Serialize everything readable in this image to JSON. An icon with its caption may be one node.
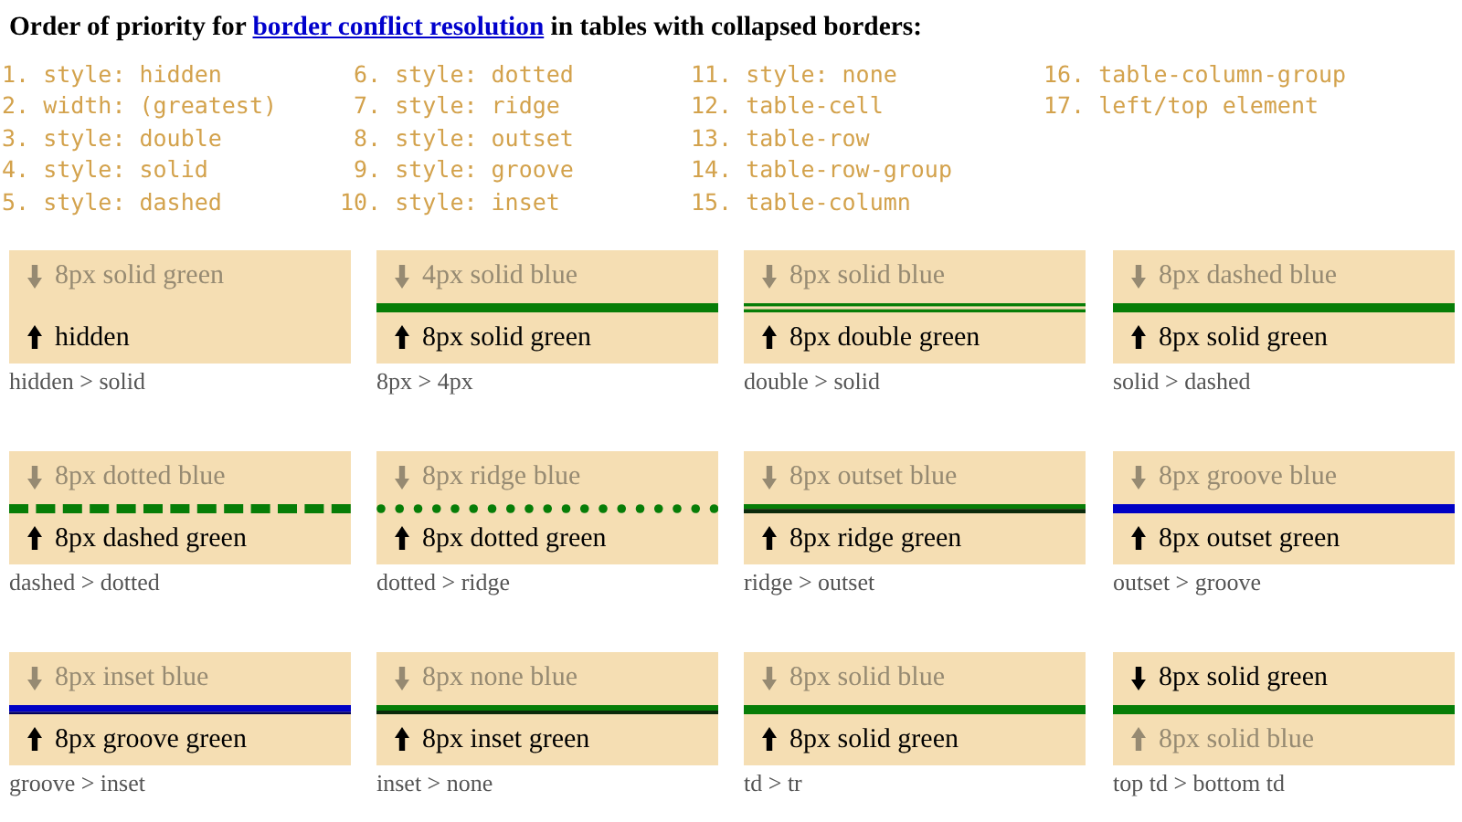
{
  "diagram": {
    "title": "Order of priority for border conflict resolution in tables with collapsed borders:",
    "nodes": [
      {
        "text": [
          "8px solid green",
          "hidden"
        ],
        "beside": [
          "hidden > solid"
        ]
      },
      {
        "text": [
          "4px solid blue",
          "8px solid green"
        ],
        "beside": [
          "8px > 4px"
        ]
      },
      {
        "text": [
          "8px solid blue",
          "8px double green"
        ],
        "beside": [
          "double > solid"
        ]
      },
      {
        "text": [
          "8px dashed blue",
          "8px solid green"
        ],
        "beside": [
          "solid > dashed"
        ]
      },
      {
        "text": [
          "8px dotted blue",
          "8px dashed green"
        ],
        "beside": [
          "dashed > dotted"
        ]
      },
      {
        "text": [
          "8px ridge blue",
          "8px dotted green"
        ],
        "beside": [
          "dotted > ridge"
        ]
      },
      {
        "text": [
          "8px outset blue",
          "8px ridge green"
        ],
        "beside": [
          "ridge > outset"
        ]
      },
      {
        "text": [
          "8px groove blue",
          "8px outset green"
        ],
        "beside": [
          "outset > groove"
        ]
      },
      {
        "text": [
          "8px inset blue",
          "8px groove green"
        ],
        "beside": [
          "groove > inset"
        ]
      },
      {
        "text": [
          "8px none blue",
          "8px inset green"
        ],
        "beside": [
          "inset > none"
        ]
      },
      {
        "text": [
          "8px solid blue",
          "8px solid green"
        ],
        "beside": [
          "td > tr"
        ]
      },
      {
        "text": [
          "8px solid green",
          "8px solid blue"
        ],
        "beside": [
          "top td > bottom td"
        ]
      }
    ],
    "labels": [
      "1. style: hidden",
      "2. width: (greatest)",
      "3. style: double",
      "4. style: solid",
      "5. style: dashed",
      "6. style: dotted",
      "7. style: ridge",
      "8. style: outset",
      "9. style: groove",
      "10. style: inset",
      "11. style: none",
      "12. table-cell",
      "13. table-row",
      "14. table-row-group",
      "15. table-column",
      "16. table-column-group",
      "17. left/top element"
    ]
  }
}
